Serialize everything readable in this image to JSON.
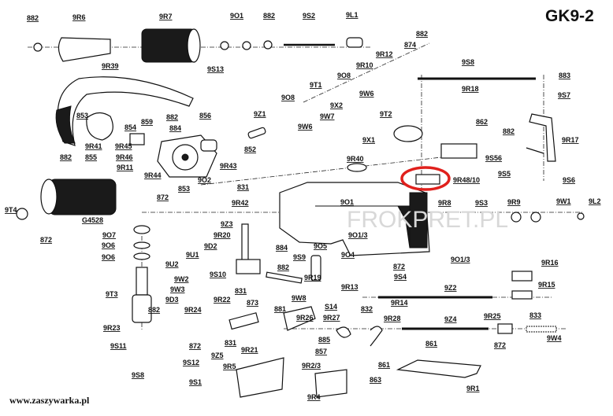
{
  "title": "GK9-2",
  "website": "www.zaszywarka.pl",
  "watermark": "FROKPRET.PL",
  "highlight_color": "#e0201c",
  "highlighted_part": "9R48/10",
  "labels": [
    "882",
    "9R6",
    "9R7",
    "9O1",
    "882",
    "9S2",
    "9L1",
    "9R39",
    "9S13",
    "9O8",
    "9Z1",
    "853",
    "859",
    "854",
    "882",
    "856",
    "884",
    "9R41",
    "9R45",
    "855",
    "9R46",
    "852",
    "9R43",
    "9R11",
    "9R44",
    "853",
    "9O2",
    "872",
    "882",
    "831",
    "9R42",
    "9T4",
    "882",
    "874",
    "9R12",
    "9R10",
    "9O8",
    "9T1",
    "9W6",
    "9X2",
    "9W7",
    "9W6",
    "9S8",
    "9R18",
    "883",
    "9S7",
    "9T2",
    "862",
    "882",
    "9X1",
    "9R17",
    "9R40",
    "9S56",
    "9S5",
    "9R48/10",
    "9S6",
    "9R8",
    "9S3",
    "9R9",
    "9W1",
    "9L2",
    "G4528",
    "872",
    "9O7",
    "9O6",
    "9O6",
    "9Z3",
    "9R20",
    "9D2",
    "9U1",
    "9U2",
    "9S10",
    "9W2",
    "9T3",
    "9W3",
    "9D3",
    "882",
    "9R24",
    "9R22",
    "9R23",
    "9S11",
    "872",
    "831",
    "9R21",
    "9Z5",
    "9S12",
    "9R5",
    "9S8",
    "9S1",
    "9O1",
    "884",
    "9S9",
    "882",
    "9O5",
    "9O1/3",
    "9O4",
    "872",
    "9R19",
    "9S4",
    "9R13",
    "831",
    "873",
    "9W8",
    "881",
    "9R14",
    "S14",
    "832",
    "9R27",
    "9R28",
    "9R26",
    "885",
    "857",
    "9R2/3",
    "861",
    "863",
    "9R4",
    "9O1/3",
    "9R16",
    "9R15",
    "9Z2",
    "833",
    "9Z4",
    "9R25",
    "9W4",
    "872",
    "861",
    "9R1"
  ]
}
